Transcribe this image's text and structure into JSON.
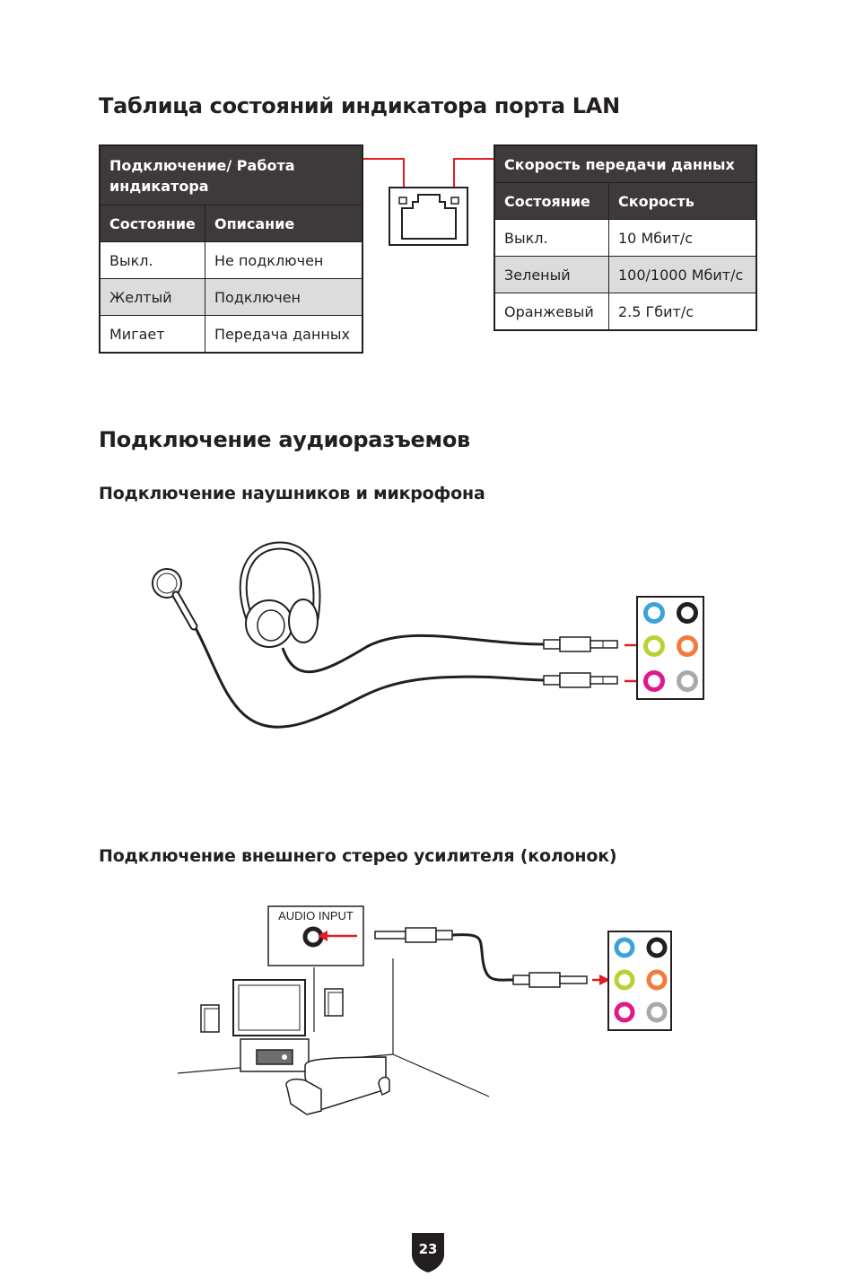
{
  "section_lan": {
    "title": "Таблица состояний индикатора порта LAN",
    "table_left": {
      "title": "Подключение/ Работа индикатора",
      "col_state": "Состояние",
      "col_desc": "Описание",
      "rows": [
        {
          "state": "Выкл.",
          "desc": "Не подключен"
        },
        {
          "state": "Желтый",
          "desc": "Подключен"
        },
        {
          "state": "Мигает",
          "desc": "Передача данных"
        }
      ]
    },
    "table_right": {
      "title": "Скорость передачи данных",
      "col_state": "Состояние",
      "col_speed": "Скорость",
      "rows": [
        {
          "state": "Выкл.",
          "speed": "10 Мбит/с"
        },
        {
          "state": "Зеленый",
          "speed": "100/1000 Мбит/с"
        },
        {
          "state": "Оранжевый",
          "speed": "2.5 Гбит/с"
        }
      ]
    }
  },
  "section_audio": {
    "title": "Подключение аудиоразъемов",
    "headphones_title": "Подключение наушников и микрофона",
    "amplifier_title": "Подключение внешнего стерео усилителя (колонок)",
    "audio_input_label": "AUDIO INPUT"
  },
  "colors": {
    "accent_red": "#e31b23",
    "header_dark": "#3e3a3b",
    "jack_blue": "#3aa3d8",
    "jack_black": "#231f20",
    "jack_green": "#b5d334",
    "jack_orange": "#f47a3c",
    "jack_pink": "#e0198a",
    "jack_gray": "#a7a9ac"
  },
  "page_number": "23"
}
